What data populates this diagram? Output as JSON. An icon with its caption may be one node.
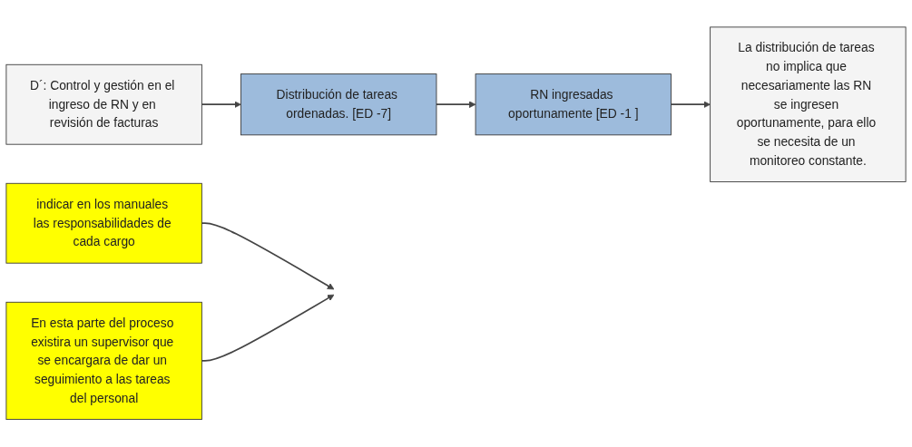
{
  "diagram": {
    "nodes": [
      {
        "text": [
          "Distribución de tareas ordenadas. [ED -7]"
        ]
      },
      {
        "text": [
          "RN ingresadas oportunamente [ED -1 ]"
        ]
      },
      {
        "text": [
          "indicar en los manuales las responsabilidades de cada cargo"
        ]
      },
      {
        "text": [
          "En esta parte del proceso existira un supervisor que se encargara de dar un seguimiento a las tareas del personal"
        ]
      },
      {
        "text": [
          "La distribución de tareas no implica que necesariamente las RN se ingresen oportunamente, para ello se necesita de un monitoreo constante."
        ]
      },
      {
        "text": [
          "D´: Control y gestión en el ingreso de RN y en revisión de facturas"
        ]
      }
    ],
    "edges": [
      {
        "from": 5,
        "to": 0,
        "arrow": "to"
      },
      {
        "from": 0,
        "to": 1,
        "arrow": "to"
      },
      {
        "from": 1,
        "to": 4,
        "arrow": "to"
      },
      {
        "from": 2,
        "to": null,
        "arrow": "to"
      },
      {
        "from": 3,
        "to": null,
        "arrow": "to"
      }
    ]
  }
}
